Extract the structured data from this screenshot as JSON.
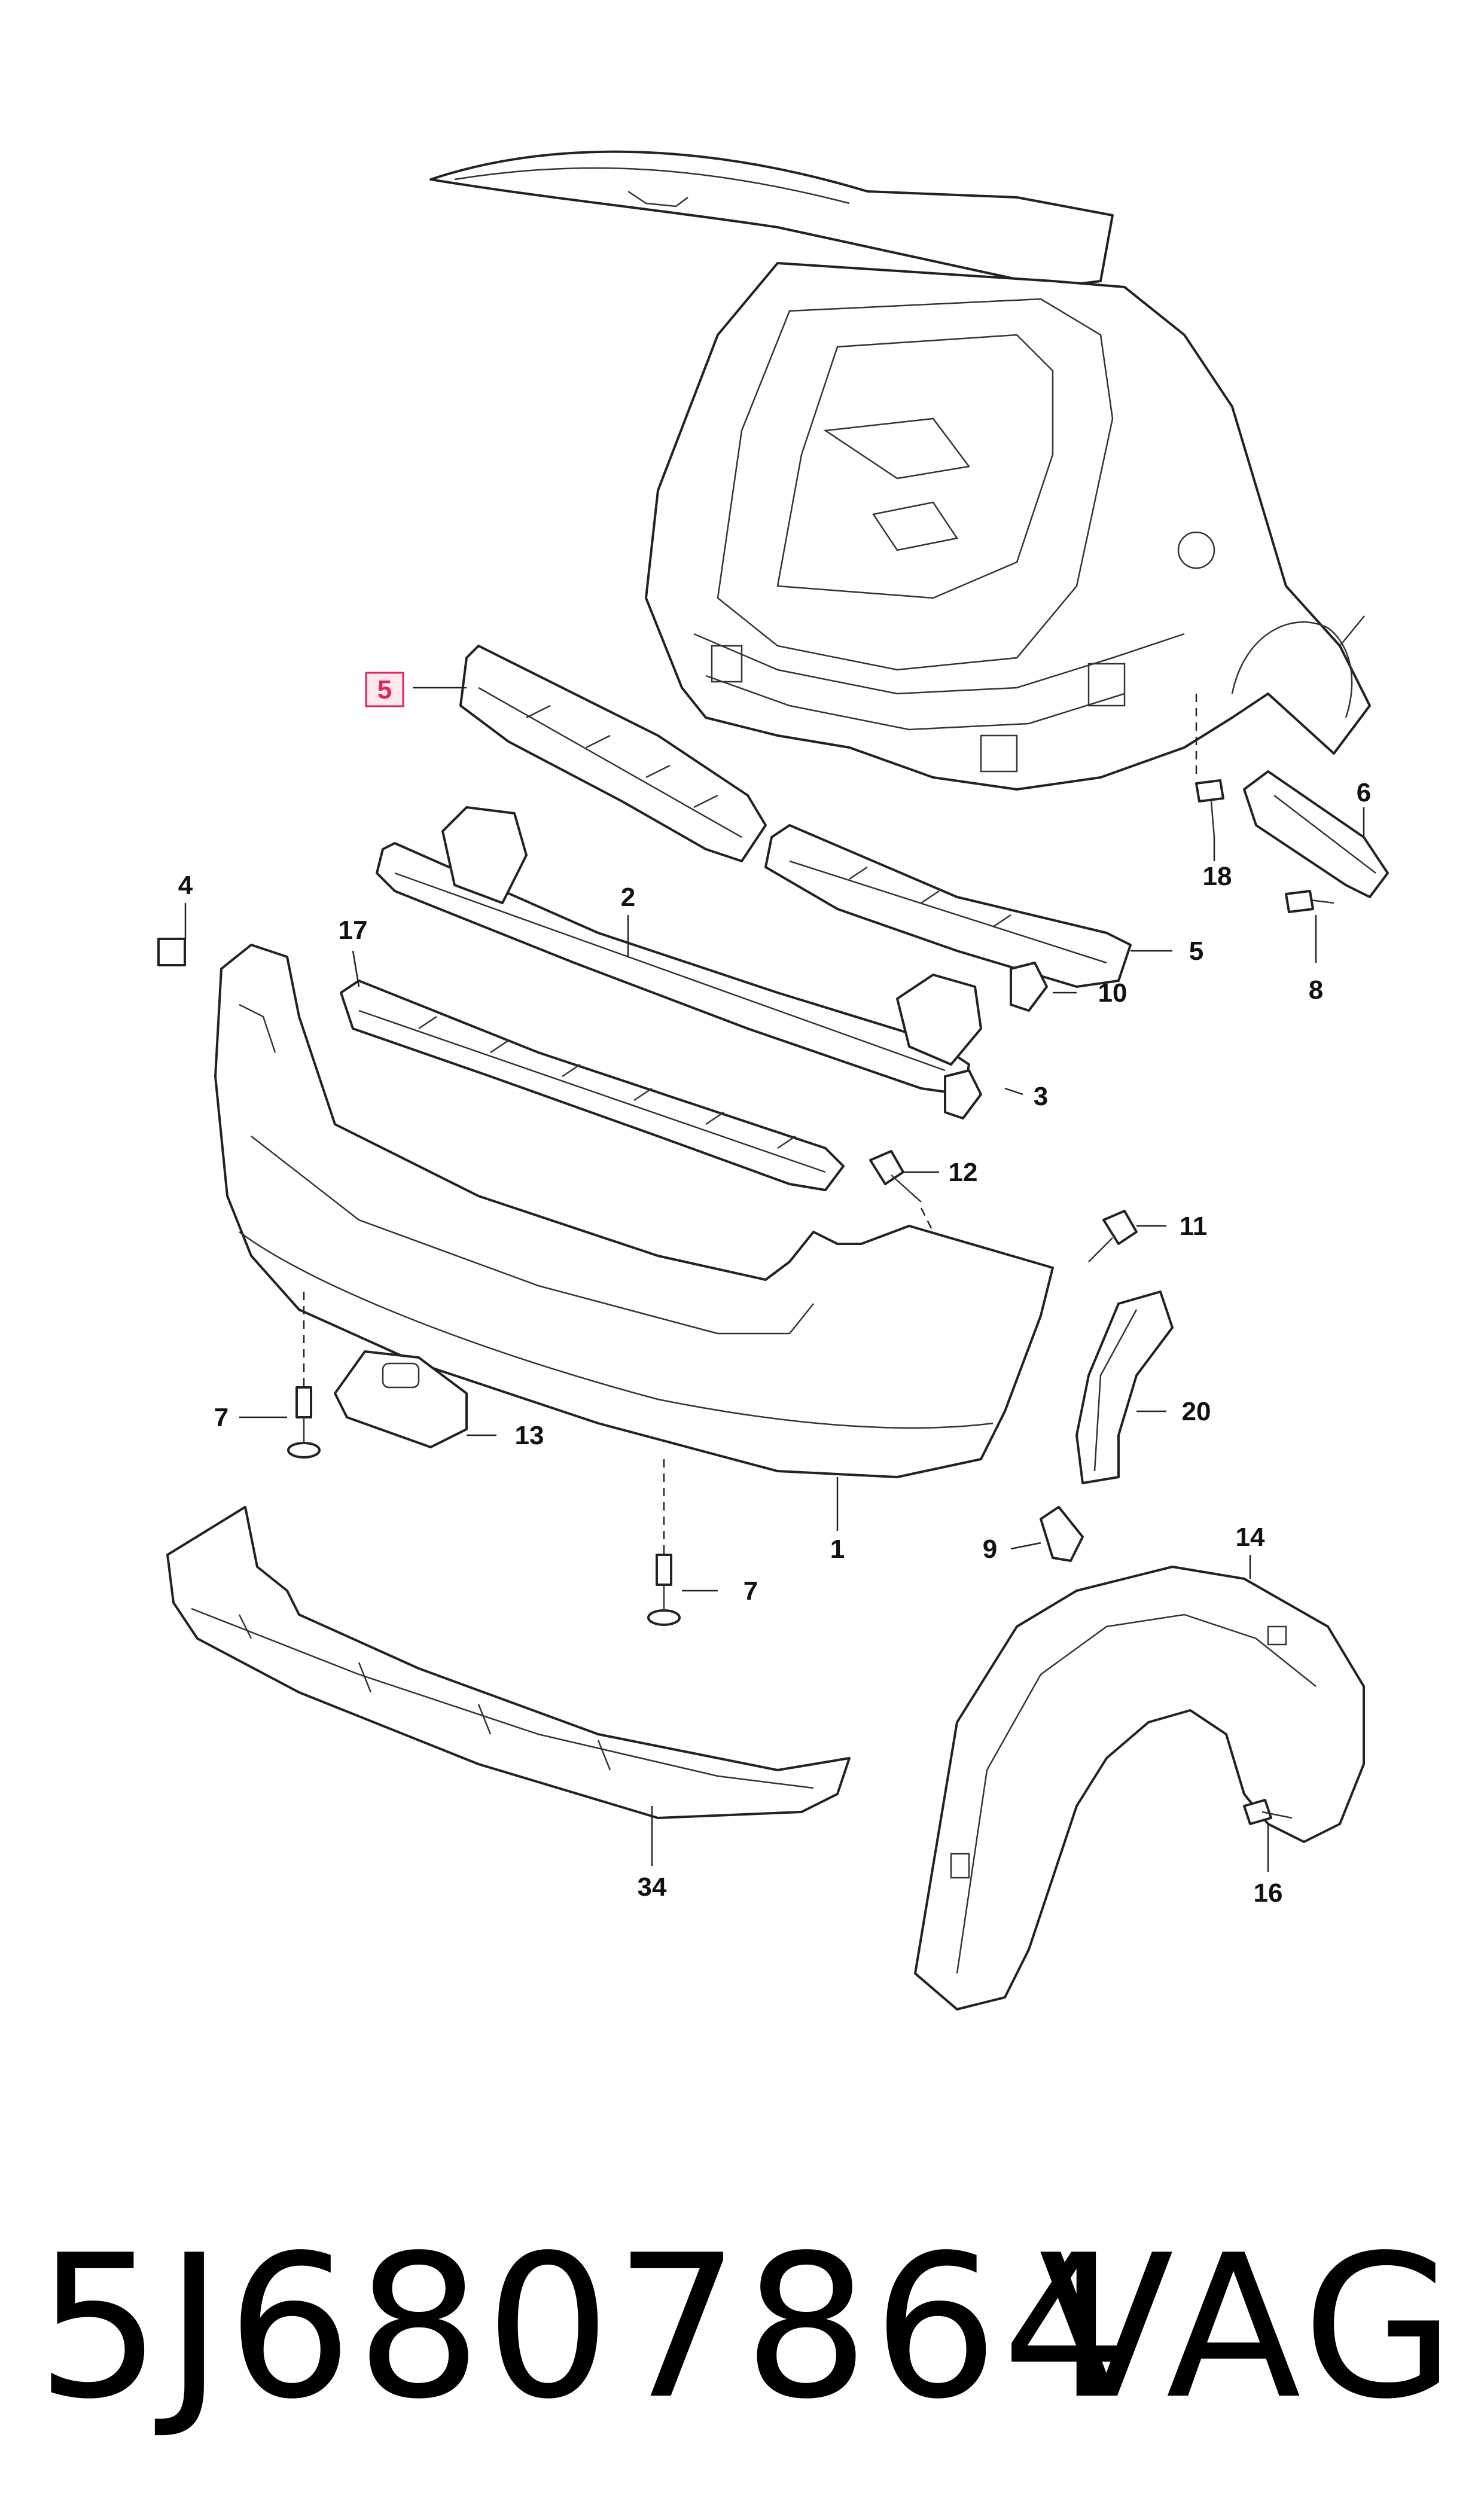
{
  "callouts": {
    "c1": "1",
    "c2": "2",
    "c3": "3",
    "c4": "4",
    "c5a": "5",
    "c5b": "5",
    "c6": "6",
    "c7a": "7",
    "c7b": "7",
    "c8": "8",
    "c9": "9",
    "c10": "10",
    "c11": "11",
    "c12": "12",
    "c13": "13",
    "c14": "14",
    "c16": "16",
    "c17": "17",
    "c18": "18",
    "c20": "20",
    "c34": "34"
  },
  "highlight": {
    "part": "5",
    "color": "#e0245e"
  },
  "caption": {
    "part_number": "5J6807864",
    "brand": "VAG"
  }
}
